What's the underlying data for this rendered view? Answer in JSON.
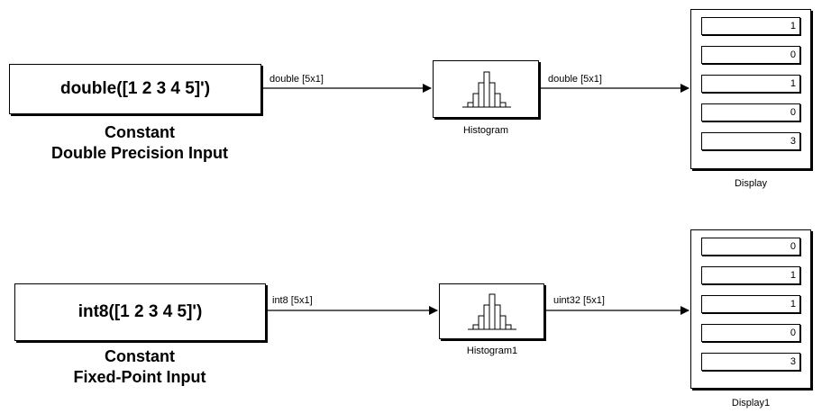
{
  "row1": {
    "constant_expr": "double([1 2 3 4 5]')",
    "caption_line1": "Constant",
    "caption_line2": "Double Precision Input",
    "signal_in": "double [5x1]",
    "signal_out": "double [5x1]",
    "histogram_label": "Histogram",
    "display_label": "Display",
    "display_values": [
      "1",
      "0",
      "1",
      "0",
      "3"
    ]
  },
  "row2": {
    "constant_expr": "int8([1 2 3 4 5]')",
    "caption_line1": "Constant",
    "caption_line2": "Fixed-Point Input",
    "signal_in": "int8 [5x1]",
    "signal_out": "uint32 [5x1]",
    "histogram_label": "Histogram1",
    "display_label": "Display1",
    "display_values": [
      "0",
      "1",
      "1",
      "0",
      "3"
    ]
  }
}
